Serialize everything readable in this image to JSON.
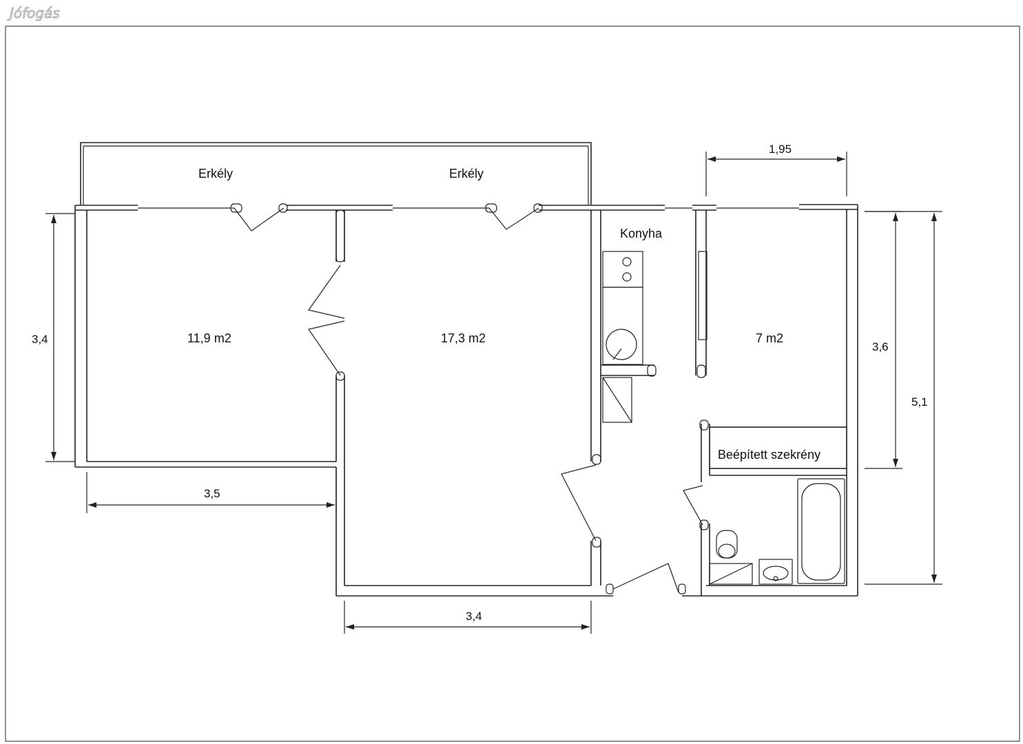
{
  "watermark": "Jófogás",
  "rooms": {
    "balcony_left": "Erkély",
    "balcony_right": "Erkély",
    "room_left_area": "11,9 m2",
    "living_area": "17,3 m2",
    "kitchen": "Konyha",
    "room_right_area": "7 m2",
    "wardrobe": "Beépített szekrény"
  },
  "dimensions": {
    "left_room_height": "3,4",
    "left_room_width": "3,5",
    "living_width": "3,4",
    "right_room_top_width": "1,95",
    "right_room_height": "3,6",
    "total_height": "5,1"
  }
}
